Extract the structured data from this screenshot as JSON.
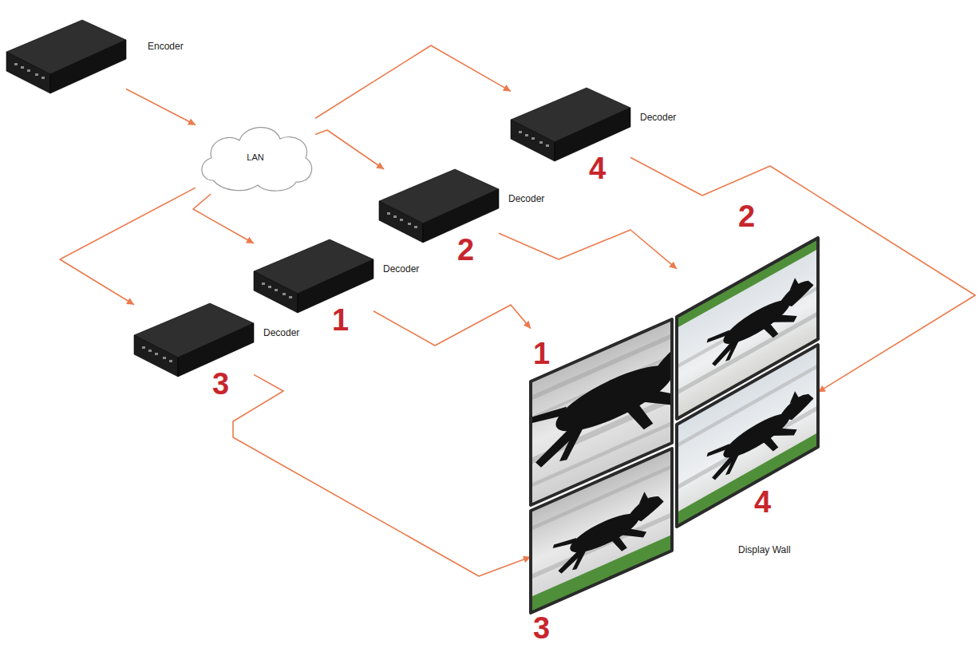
{
  "diagram": {
    "nodes": [
      {
        "text": [
          "Encoder"
        ]
      },
      {
        "text": [
          "LAN"
        ]
      },
      {
        "text": [
          "Decoder",
          "4"
        ]
      },
      {
        "text": [
          "Decoder",
          "2"
        ]
      },
      {
        "text": [
          "Decoder",
          "1"
        ]
      },
      {
        "text": [
          "Decoder",
          "3"
        ]
      },
      {
        "text": [
          "Display Wall"
        ]
      },
      {
        "text": [
          "1"
        ],
        "in": 6
      },
      {
        "text": [
          "2"
        ],
        "in": 6
      },
      {
        "text": [
          "3"
        ],
        "in": 6
      },
      {
        "text": [
          "4"
        ],
        "in": 6
      }
    ],
    "edges": [
      {
        "from": 0,
        "to": 1,
        "arrow": "to"
      },
      {
        "from": 1,
        "to": 2,
        "arrow": "to"
      },
      {
        "from": 1,
        "to": 3,
        "arrow": "to"
      },
      {
        "from": 1,
        "to": 4,
        "arrow": "to"
      },
      {
        "from": 1,
        "to": 5,
        "arrow": "to"
      },
      {
        "from": 4,
        "to": 7,
        "arrow": "to"
      },
      {
        "from": 3,
        "to": 8,
        "arrow": "to"
      },
      {
        "from": 5,
        "to": 9,
        "arrow": "to"
      },
      {
        "from": 2,
        "to": 10,
        "arrow": "to"
      }
    ]
  }
}
